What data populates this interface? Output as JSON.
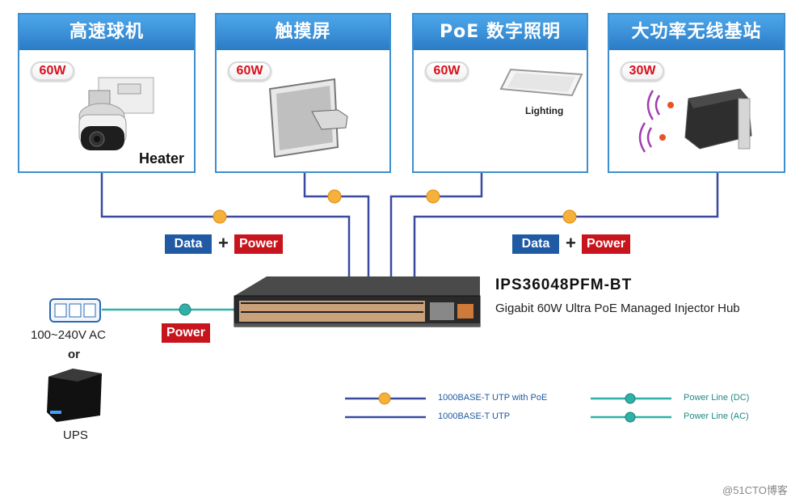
{
  "devices": [
    {
      "title": "高速球机",
      "watt": "60W",
      "caption": "Heater"
    },
    {
      "title": "触摸屏",
      "watt": "60W",
      "caption": ""
    },
    {
      "title": "PoE 数字照明",
      "watt": "60W",
      "caption": "Lighting"
    },
    {
      "title": "大功率无线基站",
      "watt": "30W",
      "caption": ""
    }
  ],
  "tags": {
    "data": "Data",
    "plus": "+",
    "power": "Power"
  },
  "switch": {
    "model": "IPS36048PFM-BT",
    "description": "Gigabit 60W Ultra PoE Managed Injector Hub"
  },
  "power_source": {
    "ac": "100~240V AC",
    "or": "or",
    "ups": "UPS"
  },
  "legend": [
    {
      "label": "1000BASE-T UTP with PoE",
      "color": "#3a4aa0"
    },
    {
      "label": "1000BASE-T UTP",
      "color": "#3a4aa0"
    },
    {
      "label": "Power Line (DC)",
      "color": "#2fb0a8"
    },
    {
      "label": "Power Line (AC)",
      "color": "#2fb0a8"
    }
  ],
  "watermark": "@51CTO博客",
  "colors": {
    "panel_blue": "#3c8fd0",
    "cable": "#3a4aa0",
    "power_line": "#2fb0a8",
    "poe_dot": "#f5a623"
  }
}
